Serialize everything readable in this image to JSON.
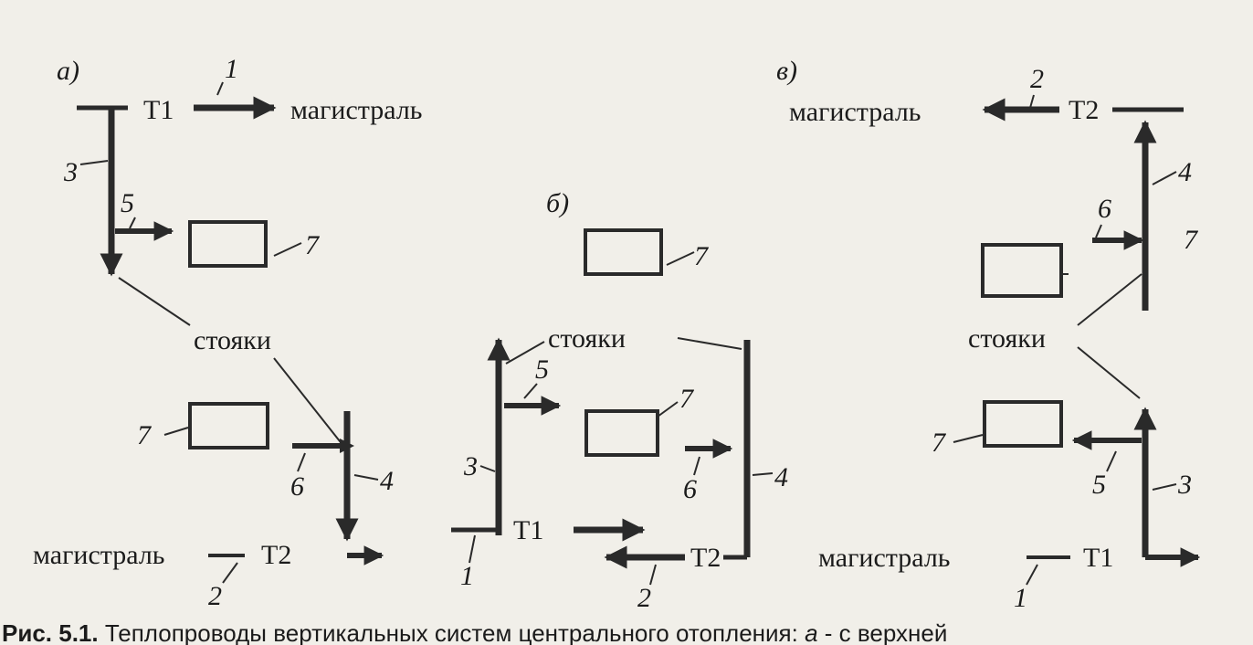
{
  "panels": {
    "a": {
      "letter": "а)",
      "T1": "T1",
      "T2": "T2",
      "main_top": "магистраль",
      "main_bottom": "магистраль",
      "risers": "стояки",
      "n1": "1",
      "n2": "2",
      "n3": "3",
      "n4": "4",
      "n5": "5",
      "n6": "6",
      "n7_top": "7",
      "n7_bottom": "7"
    },
    "b": {
      "letter": "б)",
      "T1": "T1",
      "T2": "T2",
      "risers": "стояки",
      "n1": "1",
      "n2": "2",
      "n3": "3",
      "n4": "4",
      "n5": "5",
      "n6": "6",
      "n7_top": "7",
      "n7_mid": "7"
    },
    "c": {
      "letter": "в)",
      "T1": "T1",
      "T2": "T2",
      "main_top": "магистраль",
      "main_bottom": "магистраль",
      "risers": "стояки",
      "n1": "1",
      "n2": "2",
      "n3": "3",
      "n4": "4",
      "n5": "5",
      "n6": "6",
      "n7_top": "7",
      "n7_bottom": "7"
    }
  },
  "caption": {
    "number": "Рис. 5.1.",
    "text": "Теплопроводы вертикальных систем центрального отопления: ",
    "tail": "а",
    "tail2": " - с верхней"
  },
  "colors": {
    "ink": "#1b1b1b",
    "paper": "#f1efe9",
    "arrow": "#2a2a2a"
  }
}
